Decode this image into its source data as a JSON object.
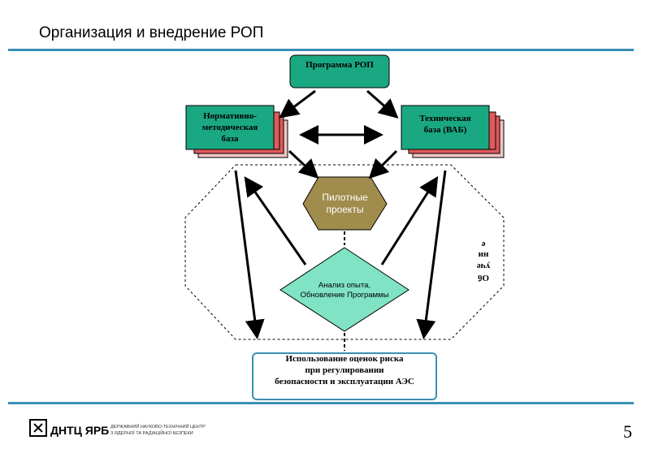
{
  "header": {
    "title": "Организация и внедрение РОП"
  },
  "diagram": {
    "program": "Программа РОП",
    "normative_base": [
      "Нормативно-",
      "методическая",
      "база"
    ],
    "technical_base": [
      "Техническая",
      "база (ВАБ)"
    ],
    "pilot_projects": [
      "Пилотные",
      "проекты"
    ],
    "analysis": [
      "Анализ опыта,",
      "Обновление Программы"
    ],
    "risk_usage": [
      "Использование оценок риска",
      "при регулировании",
      "безопасности и эксплуатации АЭС"
    ],
    "side_label": [
      "Об",
      "уче",
      "ни",
      "е"
    ]
  },
  "footer": {
    "page_number": "5",
    "logo": {
      "abbreviation": "ДНТЦ ЯРБ",
      "line_1": "ДЕРЖАВНИЙ НАУКОВО-ТЕХНІЧНИЙ ЦЕНТР",
      "line_2": "З ЯДЕРНОЇ ТА РАДІАЦІЙНОЇ БЕЗПЕКИ"
    }
  },
  "colors": {
    "accent_rule": "#3a8fb5",
    "box_fill": "#1aa882",
    "stack_red": "#e05a5a",
    "stack_pink": "#f0c4c4",
    "pilot_fill": "#a08c4c",
    "analysis_fill": "#7fe3c4",
    "usage_border": "#3a8fb5"
  }
}
